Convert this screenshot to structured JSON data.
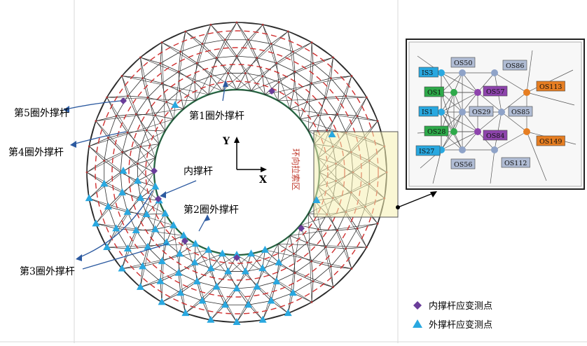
{
  "colors": {
    "truss": "#2b2b2b",
    "ring_dash": "#d03030",
    "inner_ring": "#2e8b57",
    "inner_marker": "#6a3d9a",
    "outer_marker": "#29a8e0",
    "highlight": "#f6f0b0",
    "annotation_text": "#c0392b"
  },
  "labels": {
    "ring5": "第5圈外撑杆",
    "ring4": "第4圈外撑杆",
    "ring3": "第3圈外撑杆",
    "ring2": "第2圈外撑杆",
    "ring1": "第1圈外撑杆",
    "inner": "内撑杆",
    "axis_y": "Y",
    "axis_x": "X",
    "rotated": "环向拉索区"
  },
  "legend": {
    "inner": "内撑杆应变测点",
    "outer": "外撑杆应变测点"
  },
  "detail": {
    "nodes": [
      {
        "id": "IS3",
        "color": "#29a8e0",
        "icon": "square-icon"
      },
      {
        "id": "OS50",
        "color": "#b0bcd4",
        "icon": "square-icon"
      },
      {
        "id": "OS86",
        "color": "#b0bcd4",
        "icon": "square-icon"
      },
      {
        "id": "OS1",
        "color": "#2eaa4a",
        "icon": "square-icon"
      },
      {
        "id": "OS57",
        "color": "#8e44ad",
        "icon": "square-icon"
      },
      {
        "id": "OS113",
        "color": "#e67e22",
        "icon": "square-icon"
      },
      {
        "id": "IS1",
        "color": "#29a8e0",
        "icon": "square-icon"
      },
      {
        "id": "OS29",
        "color": "#b0bcd4",
        "icon": "square-icon"
      },
      {
        "id": "OS85",
        "color": "#b0bcd4",
        "icon": "square-icon"
      },
      {
        "id": "OS28",
        "color": "#2eaa4a",
        "icon": "square-icon"
      },
      {
        "id": "OS84",
        "color": "#8e44ad",
        "icon": "square-icon"
      },
      {
        "id": "OS149",
        "color": "#e67e22",
        "icon": "square-icon"
      },
      {
        "id": "IS27",
        "color": "#29a8e0",
        "icon": "square-icon"
      },
      {
        "id": "OS56",
        "color": "#b0bcd4",
        "icon": "square-icon"
      },
      {
        "id": "OS112",
        "color": "#b0bcd4",
        "icon": "square-icon"
      }
    ]
  }
}
